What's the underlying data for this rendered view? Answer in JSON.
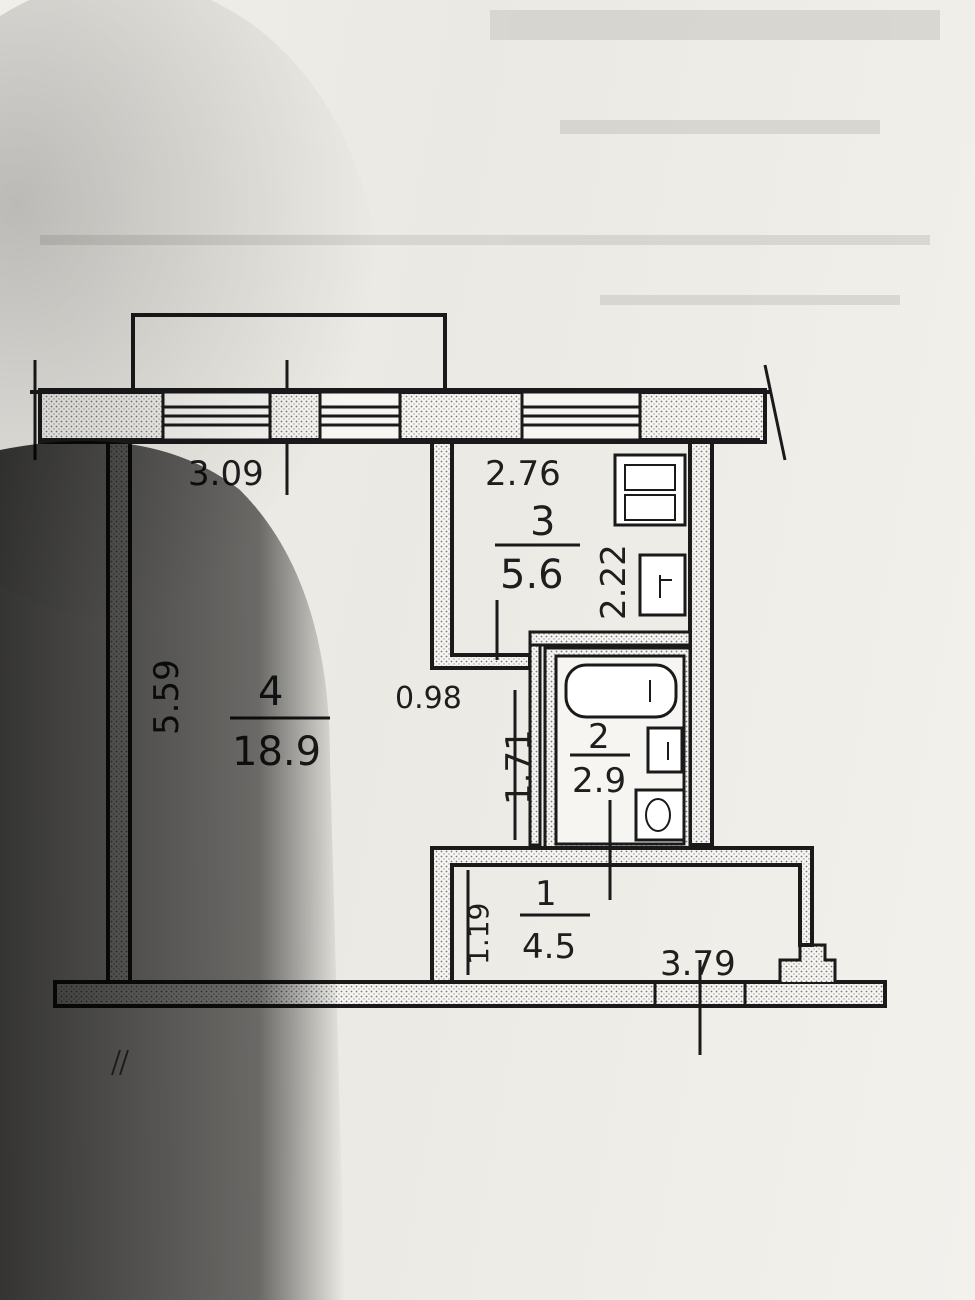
{
  "rooms": [
    {
      "number": "4",
      "area": "18.9"
    },
    {
      "number": "3",
      "area": "5.6"
    },
    {
      "number": "2",
      "area": "2.9"
    },
    {
      "number": "1",
      "area": "4.5"
    }
  ],
  "dimensions": {
    "room4_width": "3.09",
    "room4_length": "5.59",
    "room3_width": "2.76",
    "room3_length": "2.22",
    "corridor_width": "0.98",
    "corridor_length": "1.71",
    "hall_depth": "1.19",
    "hall_width": "3.79"
  }
}
